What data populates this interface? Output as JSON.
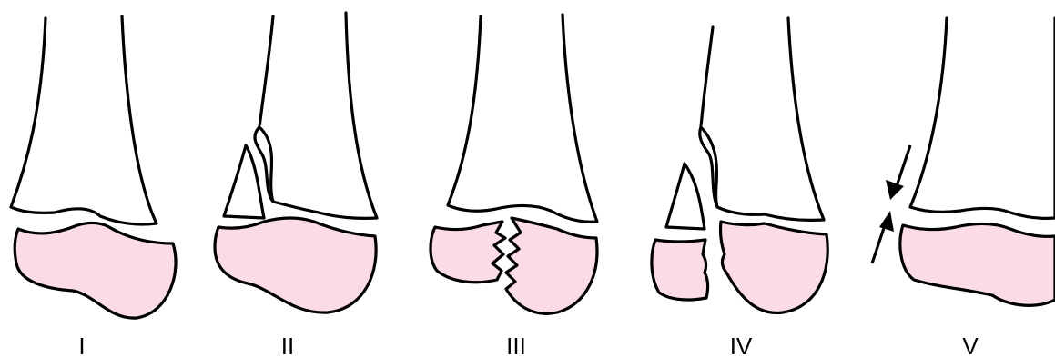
{
  "colors": {
    "epiphysis_fill": "#fbdbe8",
    "outline": "#000000",
    "background": "#ffffff"
  },
  "labels": [
    "I",
    "II",
    "III",
    "IV",
    "V"
  ]
}
